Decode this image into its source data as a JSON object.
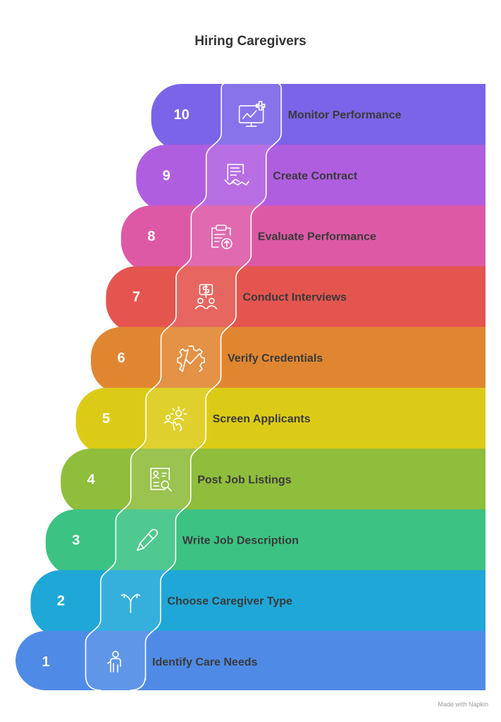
{
  "title": "Hiring Caregivers",
  "steps": [
    {
      "number": "1",
      "label": "Identify Care Needs",
      "color": "#4f8be6",
      "icon": "person-icon"
    },
    {
      "number": "2",
      "label": "Choose Caregiver Type",
      "color": "#1fa7d8",
      "icon": "branching-arrows-icon"
    },
    {
      "number": "3",
      "label": "Write Job Description",
      "color": "#3cc383",
      "icon": "pen-icon"
    },
    {
      "number": "4",
      "label": "Post Job Listings",
      "color": "#8fbd3c",
      "icon": "search-document-icon"
    },
    {
      "number": "5",
      "label": "Screen Applicants",
      "color": "#dccb16",
      "icon": "select-person-icon"
    },
    {
      "number": "6",
      "label": "Verify Credentials",
      "color": "#e08631",
      "icon": "gear-check-icon"
    },
    {
      "number": "7",
      "label": "Conduct Interviews",
      "color": "#e5554f",
      "icon": "interview-icon"
    },
    {
      "number": "8",
      "label": "Evaluate Performance",
      "color": "#dd59a6",
      "icon": "clipboard-upload-icon"
    },
    {
      "number": "9",
      "label": "Create Contract",
      "color": "#b05ee0",
      "icon": "contract-handshake-icon"
    },
    {
      "number": "10",
      "label": "Monitor Performance",
      "color": "#7b64e8",
      "icon": "monitor-chart-icon"
    }
  ],
  "footer": "Made with Napkin"
}
